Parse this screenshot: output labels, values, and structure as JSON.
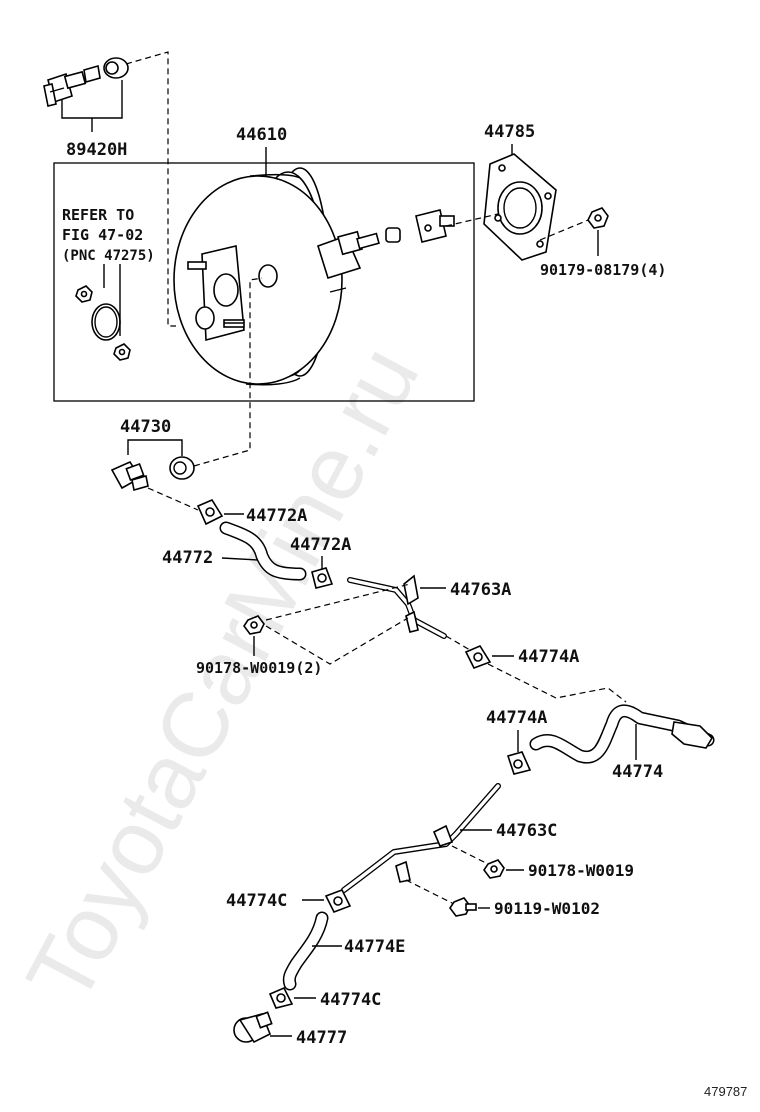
{
  "watermark": "ToyotaCarMine.ru",
  "figure_number": "479787",
  "note": {
    "line1": "REFER TO",
    "line2": "FIG 47-02",
    "line3": "(PNC 47275)"
  },
  "labels": {
    "p89420H": "89420H",
    "p44610": "44610",
    "p44785": "44785",
    "p90179": "90179-08179(4)",
    "p44730": "44730",
    "p44772A_1": "44772A",
    "p44772": "44772",
    "p44772A_2": "44772A",
    "p44763A": "44763A",
    "p90178_2": "90178-W0019(2)",
    "p44774A_1": "44774A",
    "p44774A_2": "44774A",
    "p44774": "44774",
    "p44763C": "44763C",
    "p90178": "90178-W0019",
    "p44774C_1": "44774C",
    "p90119": "90119-W0102",
    "p44774E": "44774E",
    "p44774C_2": "44774C",
    "p44777": "44777"
  },
  "colors": {
    "line": "#000000",
    "background": "#ffffff",
    "watermark": "#d9d9d9"
  }
}
